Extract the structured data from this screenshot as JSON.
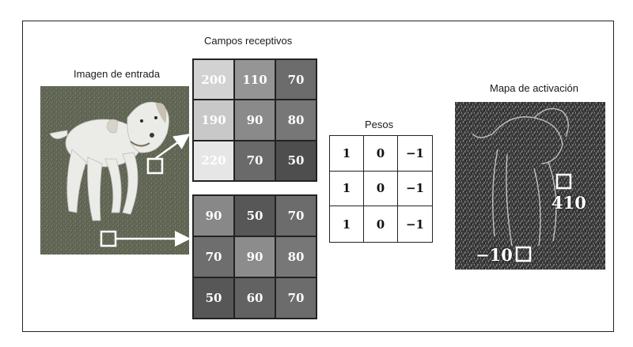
{
  "labels": {
    "input_image": "Imagen de entrada",
    "receptive_fields": "Campos receptivos",
    "weights": "Pesos",
    "activation_map": "Mapa de activación"
  },
  "receptive_field_top": {
    "values": [
      "200",
      "110",
      "70",
      "190",
      "90",
      "80",
      "220",
      "70",
      "50"
    ],
    "colors": [
      "#d2d2d2",
      "#959595",
      "#6c6c6c",
      "#c8c8c8",
      "#8a8a8a",
      "#777777",
      "#e6e6e6",
      "#6a6a6a",
      "#4e4e4e"
    ]
  },
  "receptive_field_bottom": {
    "values": [
      "90",
      "50",
      "70",
      "70",
      "90",
      "80",
      "50",
      "60",
      "70"
    ],
    "colors": [
      "#888888",
      "#575757",
      "#6c6c6c",
      "#6e6e6e",
      "#8c8c8c",
      "#777777",
      "#575757",
      "#626262",
      "#6c6c6c"
    ]
  },
  "weights_grid": {
    "values": [
      "1",
      "0",
      "−1",
      "1",
      "0",
      "−1",
      "1",
      "0",
      "−1"
    ]
  },
  "activation_values": {
    "high": "410",
    "low": "−10"
  },
  "colors": {
    "frame": "#222222",
    "photo_grass": "#6f7563",
    "dog": "#ececea",
    "activation_bg": "#3a3a3a"
  }
}
